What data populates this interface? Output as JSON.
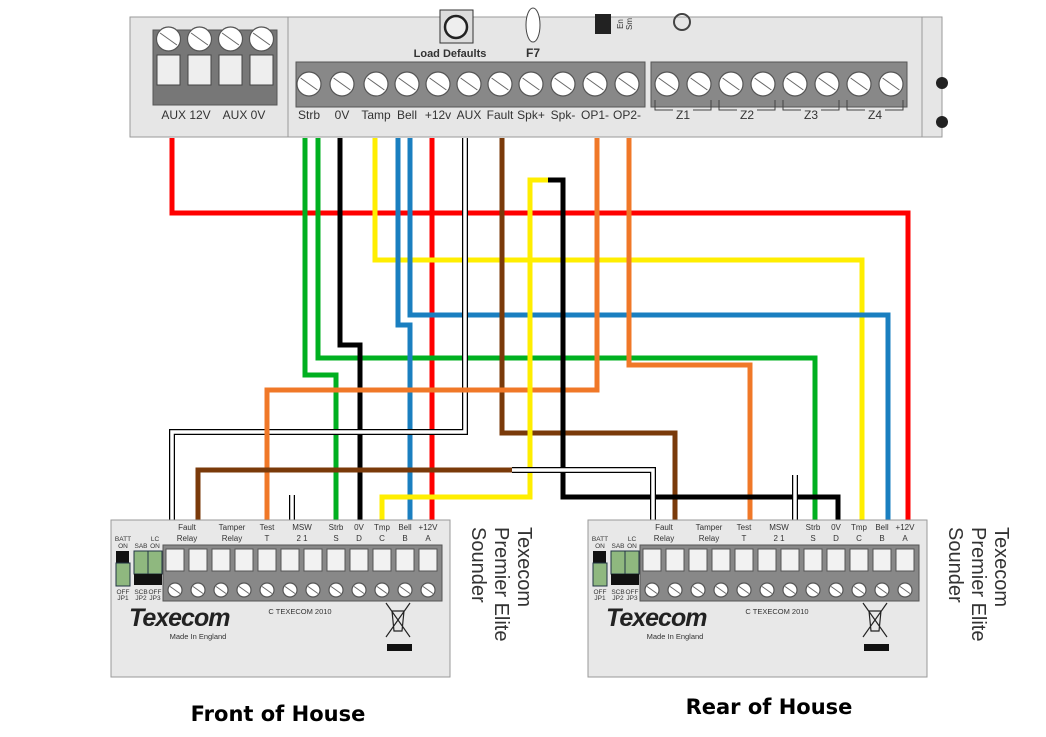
{
  "panel": {
    "load_defaults": "Load Defaults",
    "f7": "F7",
    "enable_text": "En",
    "small_text": "Sm",
    "aux_labels": [
      "AUX 12V",
      "AUX 0V"
    ],
    "terminals": [
      "Strb",
      "0V",
      "Tamp",
      "Bell",
      "+12v",
      "AUX",
      "Fault",
      "Spk+",
      "Spk-",
      "OP1-",
      "OP2-"
    ],
    "zones": [
      "Z1",
      "Z2",
      "Z3",
      "Z4"
    ]
  },
  "sounder": {
    "top_labels": [
      "Fault\nRelay",
      "Tamper\nRelay",
      "Test\nT",
      "MSW\n2      1",
      "Strb\nS",
      "0V\nD",
      "Tmp\nC",
      "Bell\nB",
      "+12V\nA"
    ],
    "jumpers": {
      "batt_on": "BATT",
      "on": "ON",
      "sab": "SAB",
      "lc": "LC",
      "off": "OFF",
      "scb": "SCB",
      "jp1": "JP1",
      "jp2": "JP2",
      "jp3": "JP3"
    },
    "brand": "Texecom",
    "made_in": "Made In England",
    "copyright": "C TEXECOM 2010",
    "side_label": [
      "Texecom",
      "Premier Elite",
      "Sounder"
    ]
  },
  "captions": {
    "front": "Front of House",
    "rear": "Rear of House"
  },
  "wire_colors": {
    "red": "#ff0000",
    "green": "#00b020",
    "black": "#000000",
    "yellow": "#ffee00",
    "blue": "#1a7fc0",
    "white": "#ffffff",
    "brown": "#7a3a0a",
    "orange": "#f07828"
  }
}
